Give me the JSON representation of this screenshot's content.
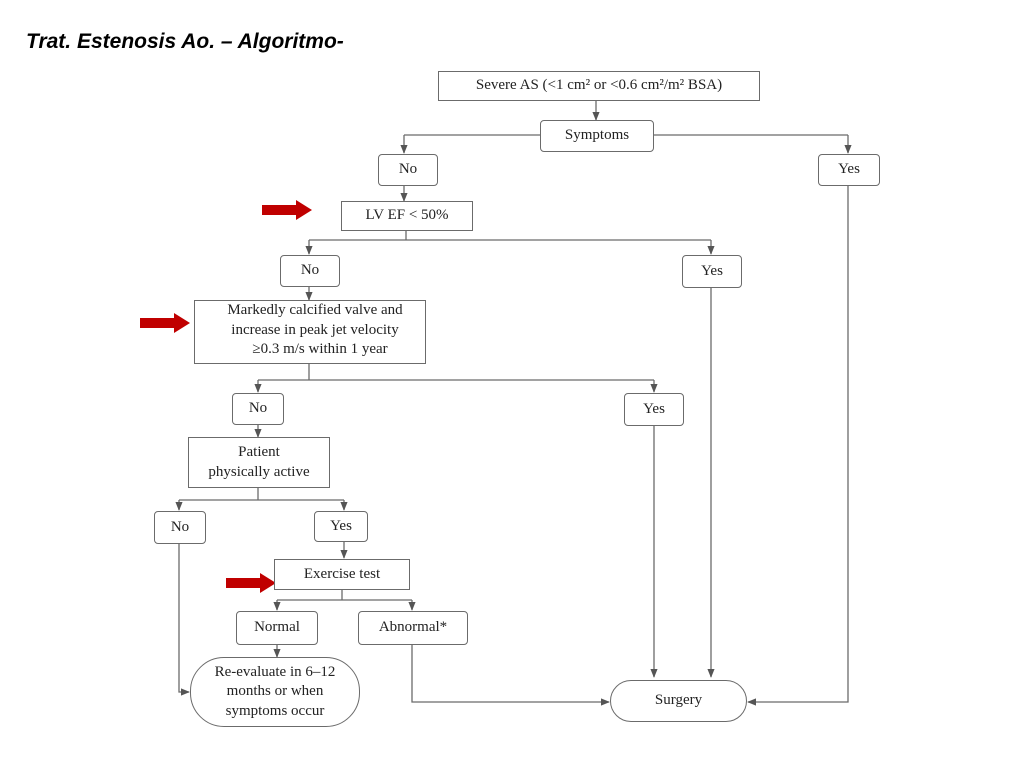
{
  "title": "Trat. Estenosis Ao. – Algoritmo-",
  "colors": {
    "highlight_arrow": "#c00000",
    "line": "#6b6b6b"
  },
  "nodes": {
    "severe_as": "Severe AS (<1 cm² or <0.6 cm²/m² BSA)",
    "symptoms": "Symptoms",
    "symptoms_no": "No",
    "symptoms_yes": "Yes",
    "lvef": "LV EF < 50%",
    "lvef_no": "No",
    "lvef_yes": "Yes",
    "calcified": [
      "Markedly calcified valve and",
      "increase in peak jet velocity",
      "≥0.3 m/s within 1 year"
    ],
    "calcified_no": "No",
    "calcified_yes": "Yes",
    "patient_active": [
      "Patient",
      "physically active"
    ],
    "active_no": "No",
    "active_yes": "Yes",
    "exercise_test": "Exercise test",
    "normal": "Normal",
    "abnormal": "Abnormal*",
    "reevaluate": [
      "Re-evaluate in 6–12",
      "months or when",
      "symptoms occur"
    ],
    "surgery": "Surgery"
  },
  "highlight_arrows": [
    "lv-ef-arrow",
    "calcified-valve-arrow",
    "exercise-test-arrow"
  ]
}
